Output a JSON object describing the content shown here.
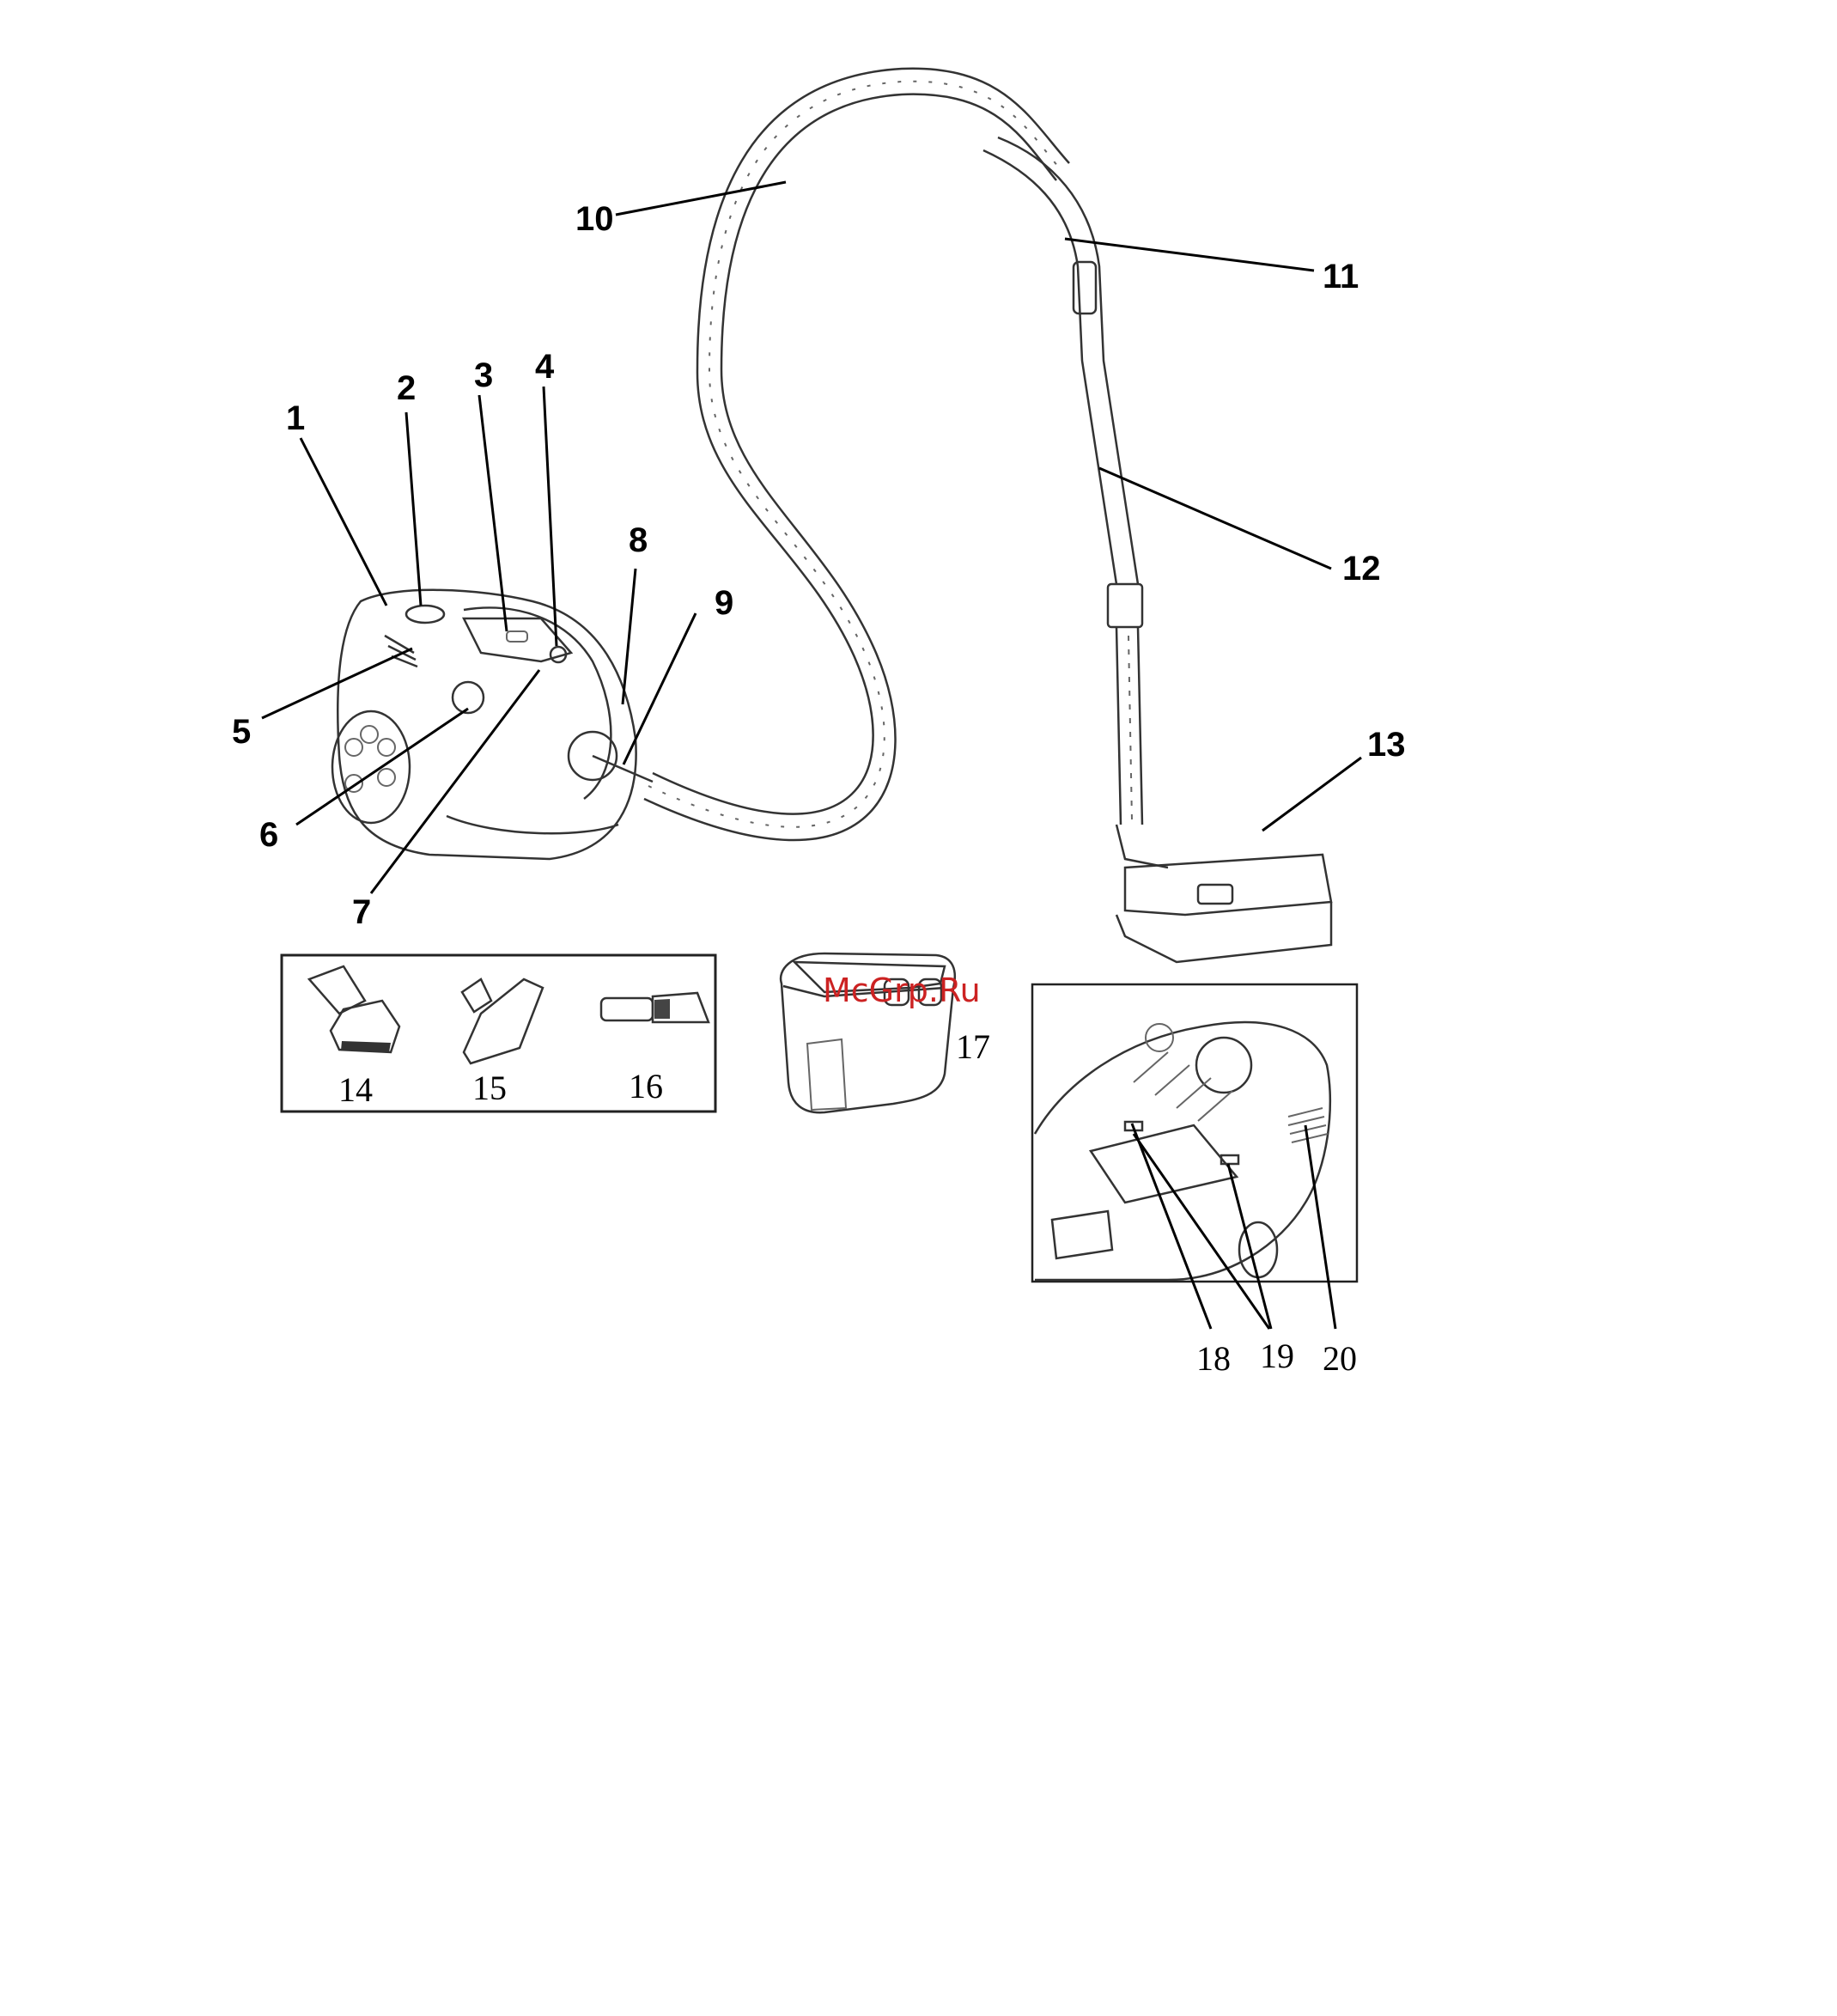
{
  "watermark": "McGrp.Ru",
  "callouts": {
    "c1": "1",
    "c2": "2",
    "c3": "3",
    "c4": "4",
    "c5": "5",
    "c6": "6",
    "c7": "7",
    "c8": "8",
    "c9": "9",
    "c10": "10",
    "c11": "11",
    "c12": "12",
    "c13": "13",
    "c14": "14",
    "c15": "15",
    "c16": "16",
    "c17": "17",
    "c18": "18",
    "c19": "19",
    "c20": "20"
  }
}
